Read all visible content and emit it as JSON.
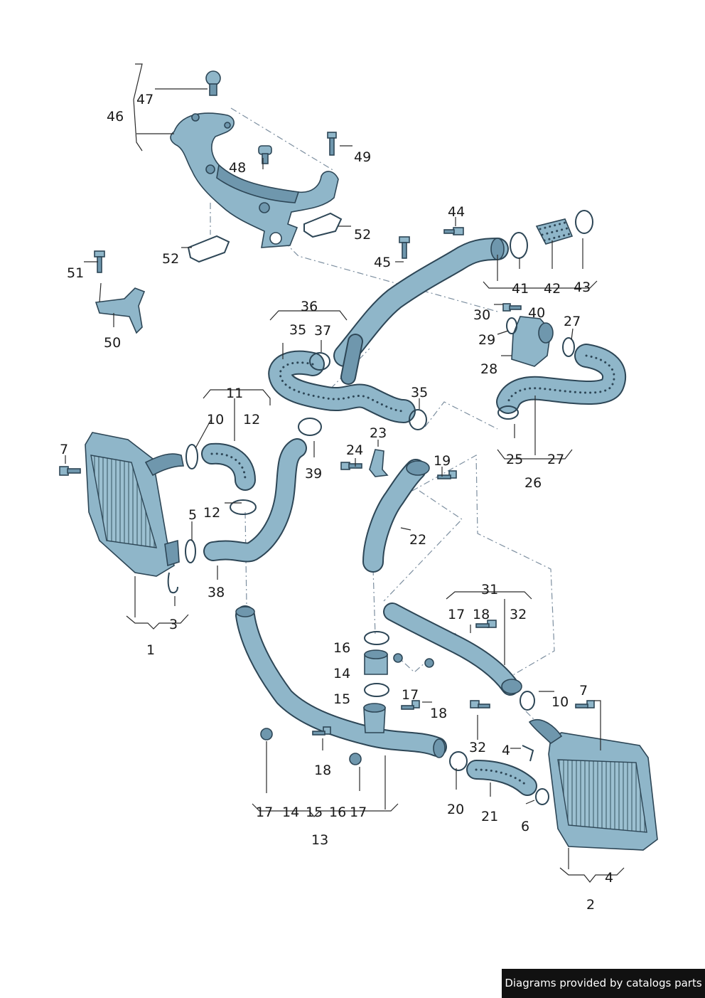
{
  "credit": "Diagrams provided by catalogs parts",
  "colors": {
    "part": "#8fb6c9",
    "part_dark": "#6f97ad",
    "outline": "#2d4656",
    "dash": "#7d8fa0"
  },
  "callouts": {
    "c1": "1",
    "c2": "2",
    "c3": "3",
    "c4a": "4",
    "c4b": "4",
    "c5": "5",
    "c6": "6",
    "c7a": "7",
    "c7b": "7",
    "c10a": "10",
    "c10b": "10",
    "c11": "11",
    "c12a": "12",
    "c12b": "12",
    "c13": "13",
    "c14a": "14",
    "c14b": "14",
    "c15a": "15",
    "c15b": "15",
    "c16a": "16",
    "c16b": "16",
    "c17a": "17",
    "c17b": "17",
    "c17c": "17",
    "c17d": "17",
    "c18a": "18",
    "c18b": "18",
    "c18c": "18",
    "c19": "19",
    "c20": "20",
    "c21": "21",
    "c22": "22",
    "c23": "23",
    "c24": "24",
    "c25": "25",
    "c26": "26",
    "c27a": "27",
    "c27b": "27",
    "c28": "28",
    "c29": "29",
    "c30": "30",
    "c31": "31",
    "c32a": "32",
    "c32b": "32",
    "c35a": "35",
    "c35b": "35",
    "c36": "36",
    "c37": "37",
    "c38": "38",
    "c39": "39",
    "c40": "40",
    "c41": "41",
    "c42": "42",
    "c43": "43",
    "c44": "44",
    "c45": "45",
    "c46": "46",
    "c47": "47",
    "c48": "48",
    "c49": "49",
    "c50": "50",
    "c51": "51",
    "c52a": "52",
    "c52b": "52"
  }
}
